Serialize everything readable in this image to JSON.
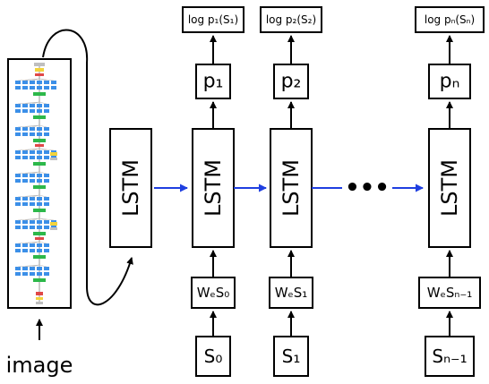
{
  "caption": "image",
  "lstm_label": "LSTM",
  "ellipsis": "•••",
  "colors": {
    "arrow_recurrent": "#1f3fe0",
    "line": "#000000",
    "cnn_yellow": "#f2d33c",
    "cnn_blue": "#3b8fe8",
    "cnn_red": "#e04848",
    "cnn_green": "#2db84a",
    "cnn_gray": "#bfbfbf"
  },
  "timesteps": [
    {
      "logp_label": "log p₁(S₁)",
      "prob_label": "p₁",
      "embed_label": "WₑS₀",
      "word_label": "S₀"
    },
    {
      "logp_label": "log p₂(S₂)",
      "prob_label": "p₂",
      "embed_label": "WₑS₁",
      "word_label": "S₁"
    },
    {
      "logp_label": "log pₙ(Sₙ)",
      "prob_label": "pₙ",
      "embed_label": "WₑSₙ₋₁",
      "word_label": "Sₙ₋₁"
    }
  ]
}
